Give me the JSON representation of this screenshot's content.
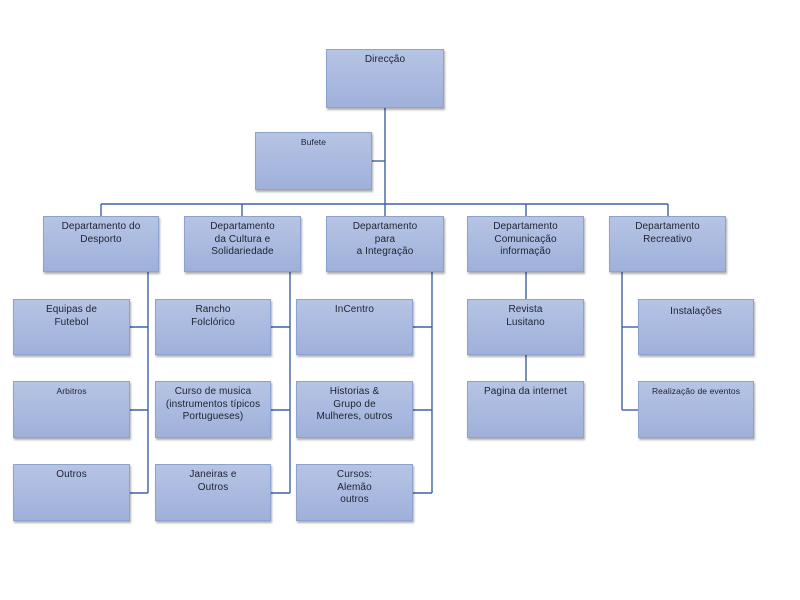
{
  "colors": {
    "box_fill": "#a9b9df",
    "box_border": "#8ea2cf",
    "connector": "#3f62a6",
    "text": "#1e2230"
  },
  "nodes": {
    "direccao": "Direcção",
    "bufete": "Bufete",
    "desporto": "Departamento do\nDesporto",
    "cultura": "Departamento\nda Cultura e\nSolidariedade",
    "integracao": "Departamento\npara\na Integração",
    "comunicacao": "Departamento\nComunicação\ninformação",
    "recreativo": "Departamento\nRecreativo",
    "equipas": "Equipas de\nFutebol",
    "arbitros": "Arbitros",
    "outros": "Outros",
    "rancho": "Rancho\nFolclórico",
    "curso_musica": "Curso de musica\n(instrumentos típicos\nPortugueses)",
    "janeiras": "Janeiras e\nOutros",
    "incentro": "InCentro",
    "historias": "Historias &\nGrupo de\nMulheres, outros",
    "cursos": "Cursos:\nAlemão\noutros",
    "revista": "Revista\nLusitano",
    "pagina": "Pagina da internet",
    "instalacoes": "Instalações",
    "eventos": "Realização de eventos"
  }
}
